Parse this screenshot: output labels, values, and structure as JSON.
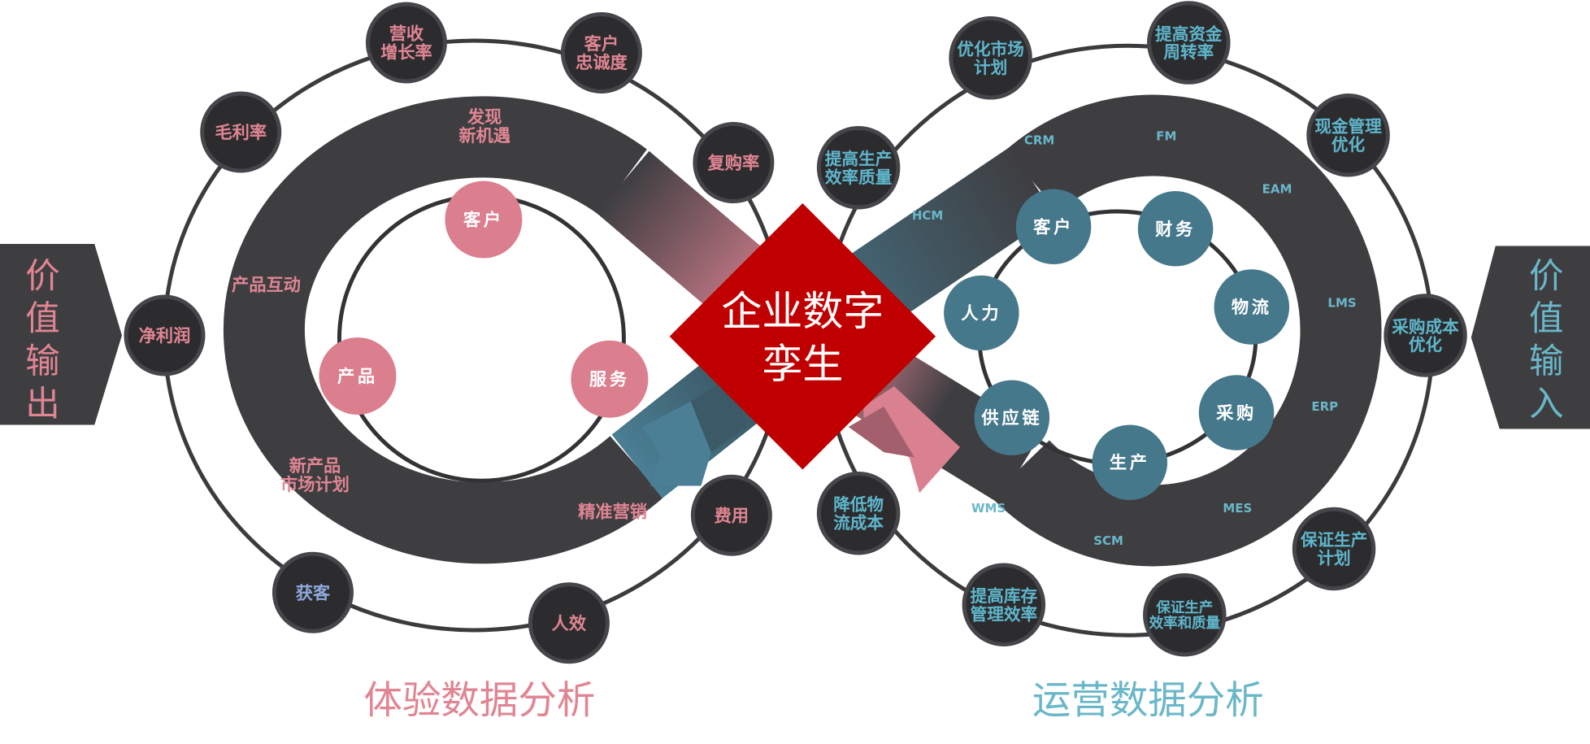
{
  "colors": {
    "pink": "#e08593",
    "teal": "#5fb6cb",
    "band": "#3e3e41",
    "node_dark": "#2c2c2f",
    "red": "#c00000",
    "inner_pink": "#db7f8e",
    "inner_teal": "#46788b",
    "blue_text": "#8ea9db"
  },
  "left_tab": {
    "chars": [
      "价",
      "值",
      "输",
      "出"
    ]
  },
  "right_tab": {
    "chars": [
      "价",
      "值",
      "输",
      "入"
    ]
  },
  "center": {
    "lines": [
      "企业数字",
      "孪生"
    ]
  },
  "left": {
    "title": "体验数据分析",
    "metrics": [
      {
        "lines": [
          "营收",
          "增长率"
        ]
      },
      {
        "lines": [
          "客户",
          "忠诚度"
        ]
      },
      {
        "lines": [
          "毛利率"
        ]
      },
      {
        "lines": [
          "复购率"
        ]
      },
      {
        "lines": [
          "净利润"
        ]
      },
      {
        "lines": [
          "费用"
        ]
      },
      {
        "lines": [
          "获客"
        ]
      },
      {
        "lines": [
          "人效"
        ]
      }
    ],
    "band_labels": [
      {
        "lines": [
          "发现",
          "新机遇"
        ]
      },
      {
        "lines": [
          "产品互动"
        ]
      },
      {
        "lines": [
          "新产品",
          "市场计划"
        ]
      },
      {
        "lines": [
          "精准营销"
        ]
      }
    ],
    "core": [
      "客户",
      "产品",
      "服务"
    ]
  },
  "right": {
    "title": "运营数据分析",
    "metrics": [
      {
        "lines": [
          "优化市场",
          "计划"
        ]
      },
      {
        "lines": [
          "提高资金",
          "周转率"
        ]
      },
      {
        "lines": [
          "提高生产",
          "效率质量"
        ]
      },
      {
        "lines": [
          "现金管理",
          "优化"
        ]
      },
      {
        "lines": [
          "采购成本",
          "优化"
        ]
      },
      {
        "lines": [
          "降低物",
          "流成本"
        ]
      },
      {
        "lines": [
          "保证生产",
          "计划"
        ]
      },
      {
        "lines": [
          "提高库存",
          "管理效率"
        ]
      },
      {
        "lines": [
          "保证生产",
          "效率和质量"
        ]
      }
    ],
    "band_labels": [
      "CRM",
      "FM",
      "EAM",
      "HCM",
      "LMS",
      "ERP",
      "WMS",
      "SCM",
      "MES"
    ],
    "core": [
      "客户",
      "财务",
      "物流",
      "采购",
      "生产",
      "供应链",
      "人力"
    ]
  }
}
